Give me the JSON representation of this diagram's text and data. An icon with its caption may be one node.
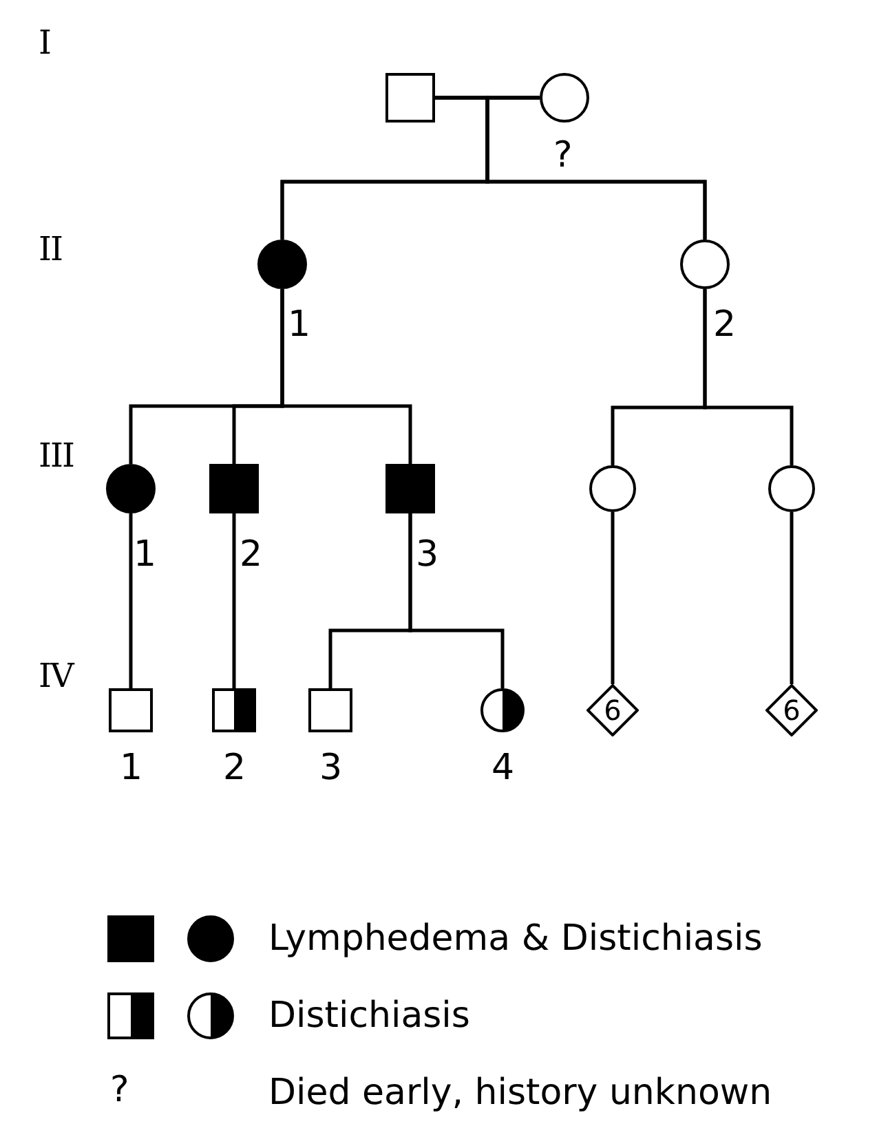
{
  "diagram": {
    "nodes": [
      {
        "text": [],
        "shape": "box"
      },
      {
        "text": [],
        "shape": "circle",
        "beside": [
          "?"
        ]
      },
      {
        "text": [],
        "shape": "circle",
        "beside": [
          "1"
        ]
      },
      {
        "text": [],
        "shape": "circle",
        "beside": [
          "2"
        ]
      },
      {
        "text": [],
        "shape": "circle",
        "beside": [
          "1"
        ]
      },
      {
        "text": [],
        "shape": "box",
        "beside": [
          "2"
        ]
      },
      {
        "text": [],
        "shape": "box",
        "beside": [
          "3"
        ]
      },
      {
        "text": [],
        "shape": "circle"
      },
      {
        "text": [],
        "shape": "circle"
      },
      {
        "text": [],
        "shape": "box",
        "beside": [
          "1"
        ]
      },
      {
        "text": [],
        "shape": "box",
        "beside": [
          "2"
        ]
      },
      {
        "text": [],
        "shape": "box",
        "beside": [
          "3"
        ]
      },
      {
        "text": [],
        "shape": "circle",
        "beside": [
          "4"
        ]
      },
      {
        "text": [
          "6"
        ]
      },
      {
        "text": [
          "6"
        ]
      }
    ],
    "edges": [
      {
        "from": 0,
        "to": 1,
        "arrow": "none"
      },
      {
        "from": 0,
        "to": 2,
        "arrow": "none"
      },
      {
        "from": 1,
        "to": 2,
        "arrow": "none"
      },
      {
        "from": 0,
        "to": 3,
        "arrow": "none"
      },
      {
        "from": 1,
        "to": 3,
        "arrow": "none"
      },
      {
        "from": 2,
        "to": 4,
        "arrow": "none"
      },
      {
        "from": 2,
        "to": 5,
        "arrow": "none"
      },
      {
        "from": 2,
        "to": 6,
        "arrow": "none"
      },
      {
        "from": 3,
        "to": 7,
        "arrow": "none"
      },
      {
        "from": 3,
        "to": 8,
        "arrow": "none"
      },
      {
        "from": 4,
        "to": 9,
        "arrow": "none"
      },
      {
        "from": 5,
        "to": 10,
        "arrow": "none"
      },
      {
        "from": 6,
        "to": 11,
        "arrow": "none"
      },
      {
        "from": 6,
        "to": 12,
        "arrow": "none"
      },
      {
        "from": 7,
        "to": 13,
        "arrow": "none"
      },
      {
        "from": 8,
        "to": 14,
        "arrow": "none"
      }
    ],
    "labels": [
      "I",
      "II",
      "III",
      "IV",
      "?"
    ],
    "legend": [
      {
        "text": "Lymphedema & Distichiasis"
      },
      {
        "text": "Distichiasis"
      },
      {
        "text": "Died early, history unknown"
      }
    ]
  }
}
